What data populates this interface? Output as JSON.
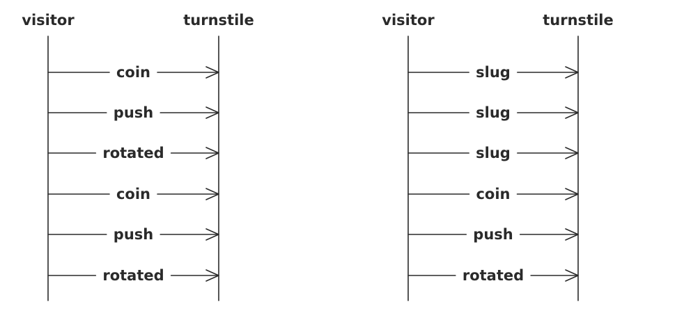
{
  "diagrams": [
    {
      "participants": [
        "visitor",
        "turnstile"
      ],
      "messages": [
        "coin",
        "push",
        "rotated",
        "coin",
        "push",
        "rotated"
      ]
    },
    {
      "participants": [
        "visitor",
        "turnstile"
      ],
      "messages": [
        "slug",
        "slug",
        "slug",
        "coin",
        "push",
        "rotated"
      ]
    }
  ]
}
